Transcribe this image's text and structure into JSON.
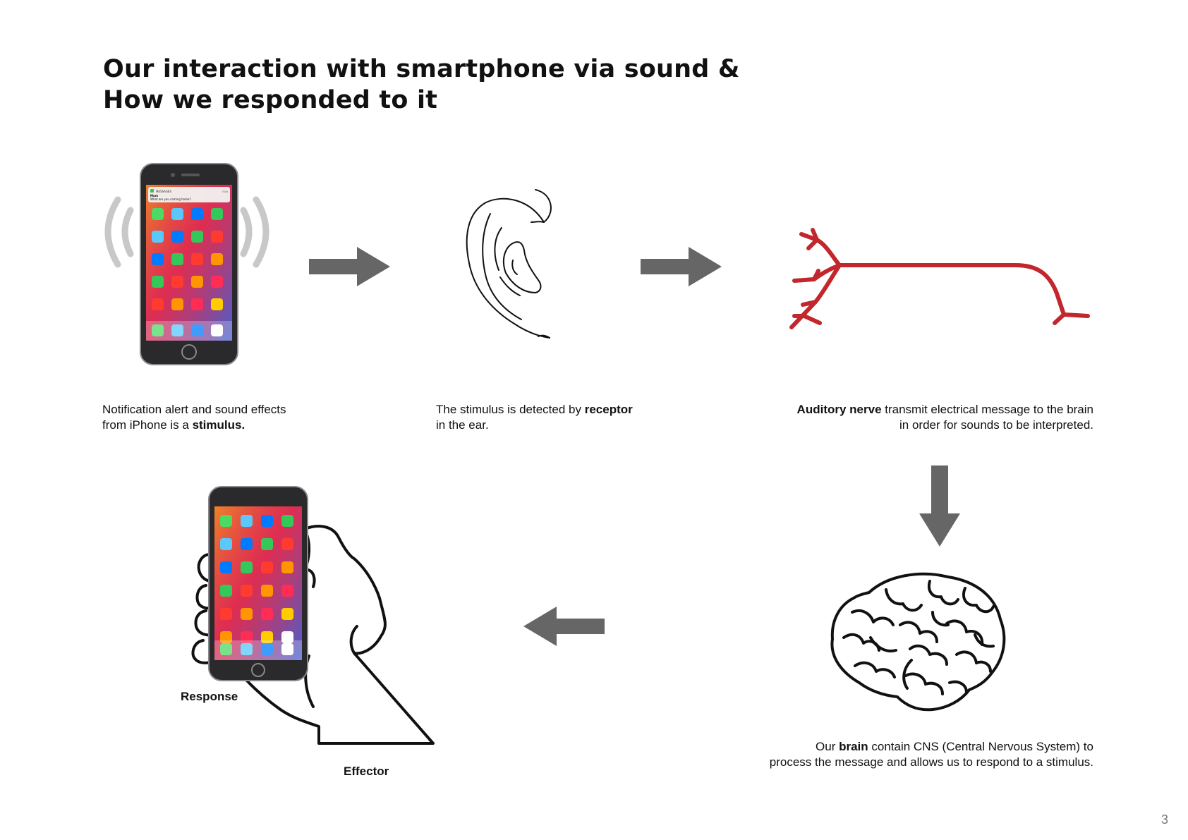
{
  "title": {
    "line1": "Our interaction with smartphone via sound &",
    "line2": "How we responded to it"
  },
  "captions": {
    "stimulus": {
      "line1": "Notification alert and sound effects",
      "line2_prefix": "from iPhone is a ",
      "line2_bold": "stimulus."
    },
    "receptor": {
      "line1_prefix": "The stimulus is detected by ",
      "line1_bold": "receptor",
      "line2": "in the ear."
    },
    "nerve": {
      "line1_bold": "Auditory nerve",
      "line1_suffix": " transmit electrical message to the brain",
      "line2": "in order for sounds to be interpreted."
    },
    "brain": {
      "line1_prefix": "Our ",
      "line1_bold": "brain",
      "line1_suffix": " contain CNS (Central Nervous System) to",
      "line2": "process the message and allows us to respond to a stimulus."
    }
  },
  "labels": {
    "response": "Response",
    "effector": "Effector"
  },
  "phone_screen": {
    "notification": {
      "app": "MESSAGES",
      "sender": "Mum",
      "message": "What are you coming home?",
      "time": "now"
    }
  },
  "page_number": "3",
  "icons": [
    "phone-vibrating-icon",
    "ear-icon",
    "auditory-nerve-icon",
    "brain-icon",
    "hand-holding-phone-icon",
    "arrow-right-icon",
    "arrow-down-icon",
    "arrow-left-icon"
  ],
  "colors": {
    "arrow": "#666666",
    "nerve": "#c1272d",
    "sound_waves": "#c8c8c8",
    "text": "#111111"
  }
}
